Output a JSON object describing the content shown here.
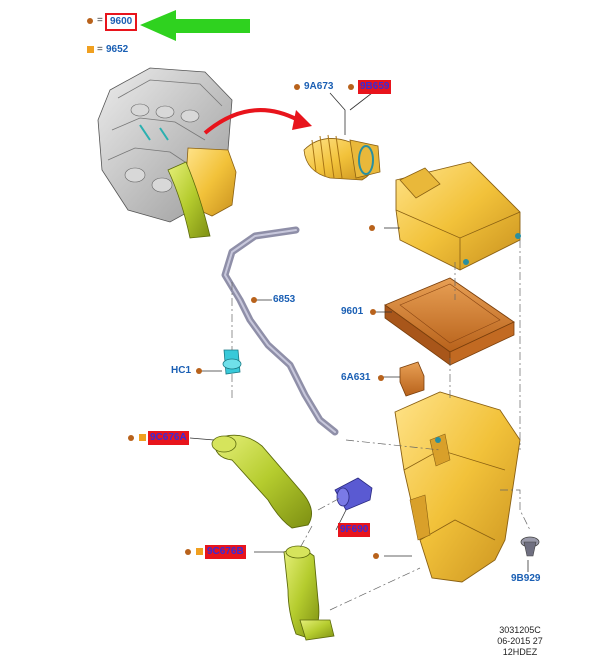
{
  "legend": {
    "round_symbol_part": "9600",
    "square_symbol_part": "9652",
    "equals": "="
  },
  "callouts": {
    "hose_a": "9A673",
    "hose_b": "9B659",
    "air_box": "9601",
    "breather": "6853",
    "clip": "HC1",
    "filter_pack": "6A631",
    "duct_upper": "9C676A",
    "duct_lower": "9C676B",
    "sensor": "9F690",
    "grommet": "9B929"
  },
  "footer": {
    "line1": "3031205C",
    "line2": "06-2015 27",
    "line3": "12HDEZ"
  },
  "colors": {
    "part_yellow": "#f2c23a",
    "part_orange": "#d9822b",
    "duct_green": "#b5cc2e",
    "hose_grey": "#8f8fa8",
    "label_blue": "#1a5fb4",
    "highlight_red": "#e8141c",
    "pointer_green": "#2fd21f",
    "pointer_red": "#e8141c"
  }
}
